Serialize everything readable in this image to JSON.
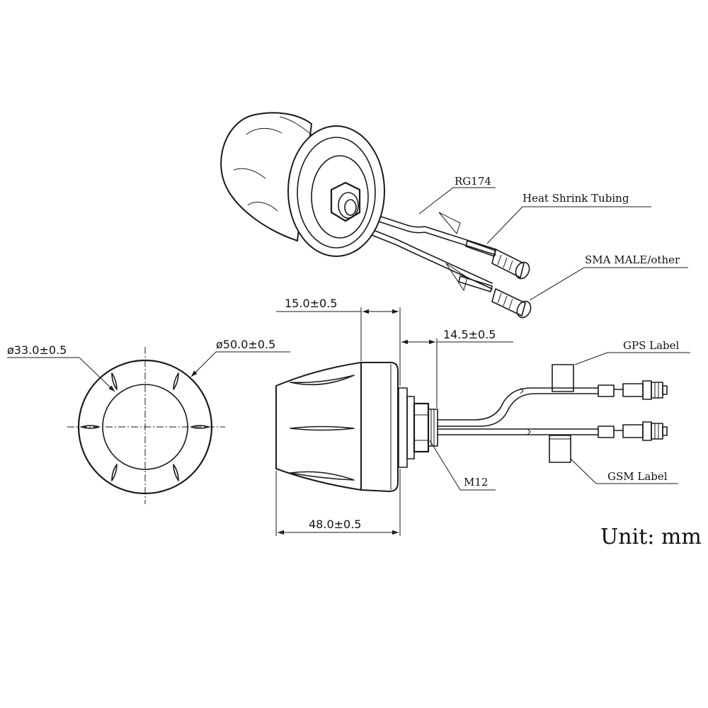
{
  "labels": {
    "rg174": "RG174",
    "heat_shrink": "Heat Shrink Tubing",
    "sma_male": "SMA MALE/other",
    "gps_label": "GPS Label",
    "gsm_label": "GSM Label",
    "m12": "M12",
    "unit": "Unit: mm"
  },
  "dimensions": {
    "inner_diameter": "ø33.0±0.5",
    "outer_diameter": "ø50.0±0.5",
    "cap_depth": "15.0±0.5",
    "thread_length": "14.5±0.5",
    "overall_length": "48.0±0.5"
  }
}
